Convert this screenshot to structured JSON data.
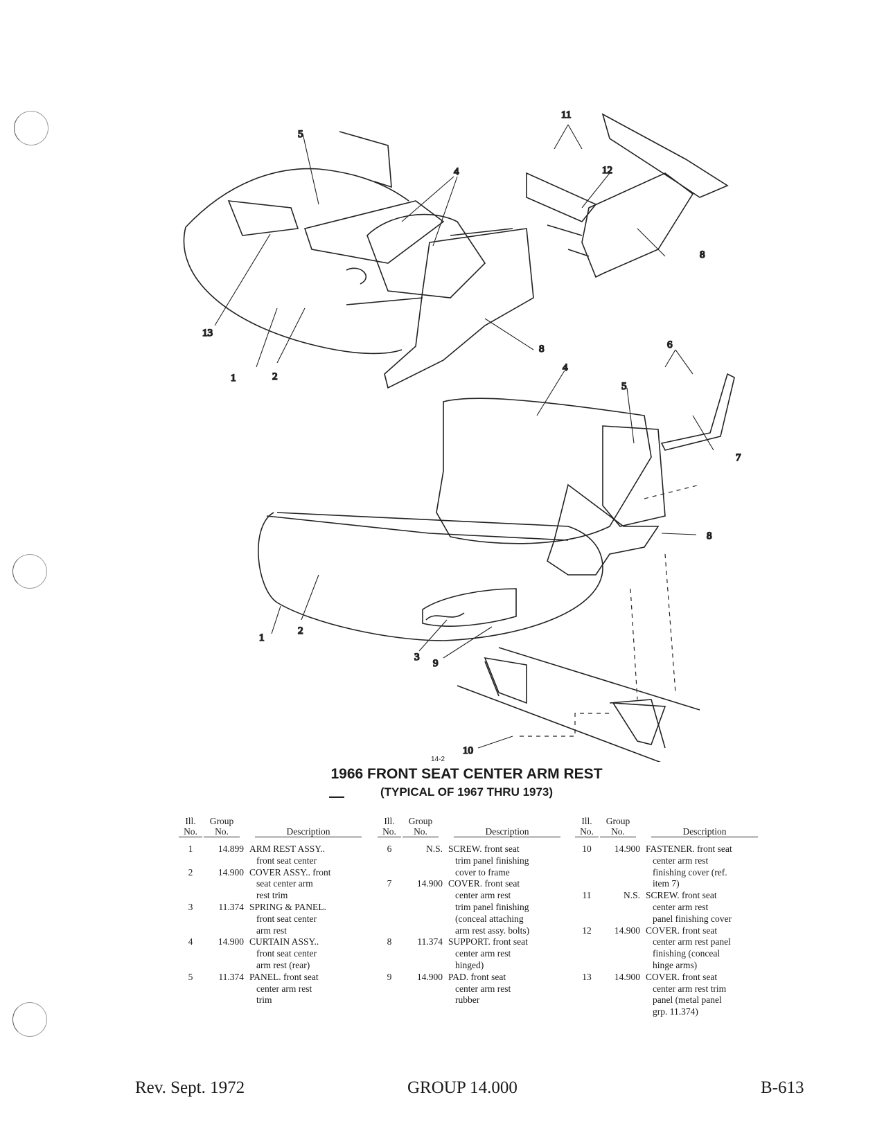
{
  "figure": {
    "figure_number": "14-2",
    "title": "1966 FRONT SEAT CENTER ARM REST",
    "subtitle": "(TYPICAL OF 1967 THRU 1973)",
    "callouts": [
      "1",
      "2",
      "3",
      "4",
      "5",
      "6",
      "7",
      "8",
      "9",
      "10",
      "11",
      "12",
      "13"
    ]
  },
  "parts_table": {
    "headers": {
      "ill_no": [
        "Ill.",
        "No."
      ],
      "group_no": [
        "Group",
        "No."
      ],
      "description": "Description"
    },
    "columns": [
      [
        {
          "ill": "1",
          "group": "14.899",
          "desc": [
            "ARM REST ASSY..",
            "front seat center"
          ]
        },
        {
          "ill": "2",
          "group": "14.900",
          "desc": [
            "COVER ASSY.. front",
            "seat center arm",
            "rest trim"
          ]
        },
        {
          "ill": "3",
          "group": "11.374",
          "desc": [
            "SPRING & PANEL.",
            "front seat center",
            "arm rest"
          ]
        },
        {
          "ill": "4",
          "group": "14.900",
          "desc": [
            "CURTAIN ASSY..",
            "front seat center",
            "arm rest (rear)"
          ]
        },
        {
          "ill": "5",
          "group": "11.374",
          "desc": [
            "PANEL. front seat",
            "center arm rest",
            "trim"
          ]
        }
      ],
      [
        {
          "ill": "6",
          "group": "N.S.",
          "desc": [
            "SCREW. front seat",
            "trim panel finishing",
            "cover to frame"
          ]
        },
        {
          "ill": "7",
          "group": "14.900",
          "desc": [
            "COVER. front seat",
            "center arm rest",
            "trim panel finishing",
            "(conceal attaching",
            "arm rest assy. bolts)"
          ]
        },
        {
          "ill": "8",
          "group": "11.374",
          "desc": [
            "SUPPORT. front seat",
            "center arm rest",
            "hinged)"
          ]
        },
        {
          "ill": "9",
          "group": "14.900",
          "desc": [
            "PAD. front seat",
            "center arm rest",
            "rubber"
          ]
        }
      ],
      [
        {
          "ill": "10",
          "group": "14.900",
          "desc": [
            "FASTENER. front seat",
            "center arm rest",
            "finishing cover (ref.",
            "item 7)"
          ]
        },
        {
          "ill": "11",
          "group": "N.S.",
          "desc": [
            "SCREW. front seat",
            "center arm rest",
            "panel finishing cover"
          ]
        },
        {
          "ill": "12",
          "group": "14.900",
          "desc": [
            "COVER. front seat",
            "center arm rest panel",
            "finishing (conceal",
            "hinge arms)"
          ]
        },
        {
          "ill": "13",
          "group": "14.900",
          "desc": [
            "COVER. front seat",
            "center arm rest trim",
            "panel (metal panel",
            "grp. 11.374)"
          ]
        }
      ]
    ]
  },
  "footer": {
    "revision": "Rev. Sept. 1972",
    "group": "GROUP 14.000",
    "page": "B-613"
  }
}
